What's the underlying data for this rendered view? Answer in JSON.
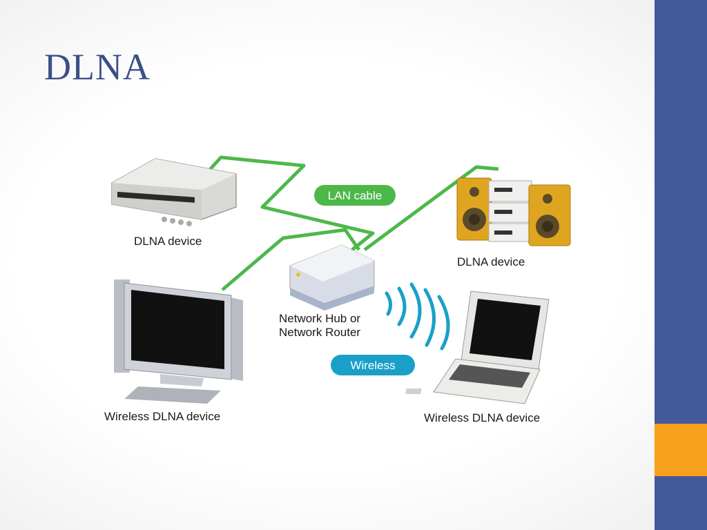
{
  "slide": {
    "title": "DLNA",
    "colors": {
      "sidebar": "#44599a",
      "accent": "#f6a01b",
      "title": "#3b4f86"
    }
  },
  "diagram": {
    "lan_cable_label": "LAN cable",
    "wireless_label": "Wireless",
    "hub_label_line1": "Network Hub or",
    "hub_label_line2": "Network Router",
    "dlna_device_left": "DLNA device",
    "dlna_device_right": "DLNA device",
    "wireless_device_left": "Wireless DLNA device",
    "wireless_device_right": "Wireless DLNA device",
    "colors": {
      "cable": "#4db84a",
      "wireless": "#1aa0c8"
    },
    "icons": [
      "set-top-box-icon",
      "stereo-system-icon",
      "router-icon",
      "monitor-icon",
      "laptop-icon",
      "wireless-waves-icon"
    ]
  }
}
